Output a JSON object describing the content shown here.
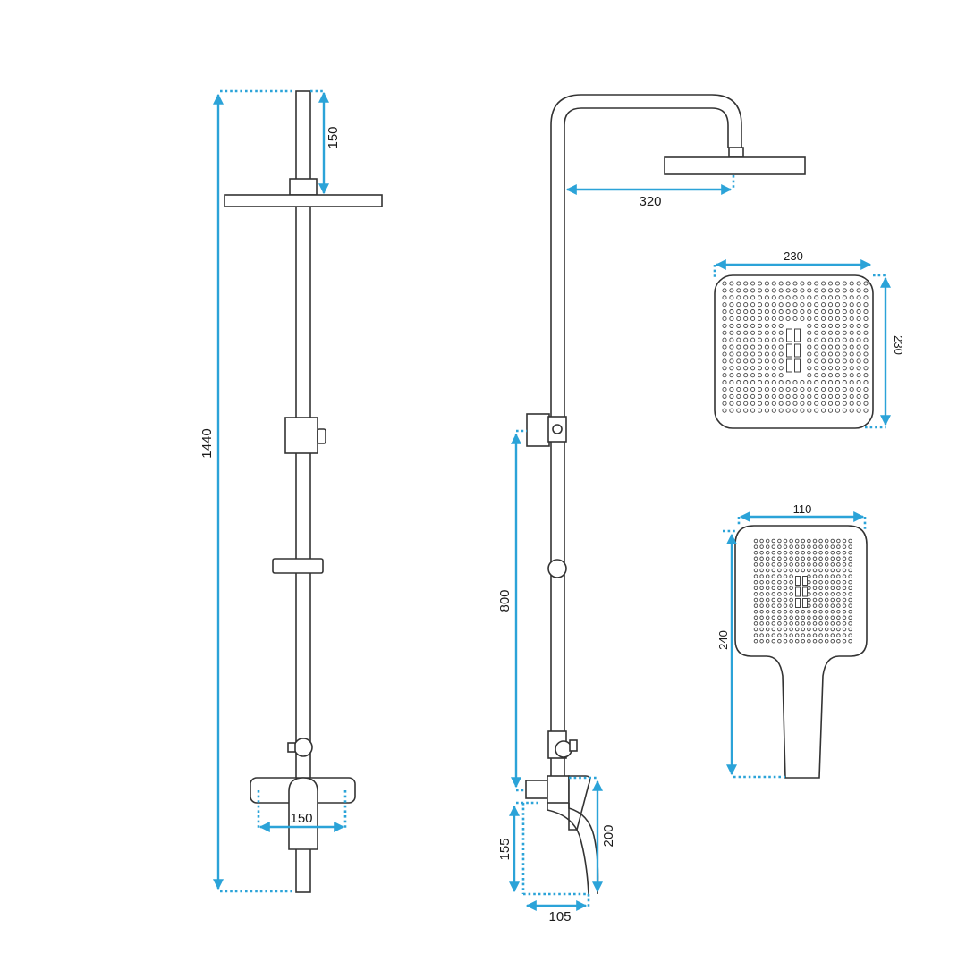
{
  "colors": {
    "line": "#333333",
    "dimension": "#2ba3d8",
    "background": "#ffffff"
  },
  "front_view": {
    "overall_height": "1440",
    "head_drop": "150",
    "mixer_width": "150"
  },
  "side_view": {
    "arm_reach": "320",
    "holder_height": "800",
    "spout_reach": "105",
    "spout_drop": "155",
    "mixer_height": "200"
  },
  "head_shower": {
    "width": "230",
    "depth": "230"
  },
  "hand_shower": {
    "width": "110",
    "length": "240"
  }
}
